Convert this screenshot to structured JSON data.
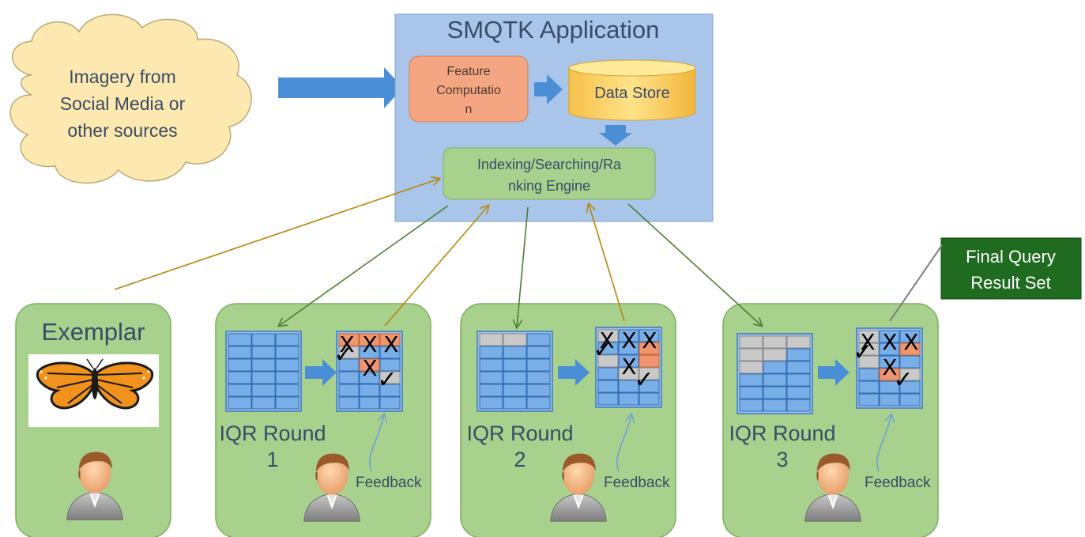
{
  "cloud": {
    "lines": [
      "Imagery from",
      "Social Media or",
      "other sources"
    ]
  },
  "app": {
    "title": "SMQTK Application",
    "feature_lines": [
      "Feature",
      "Computatio",
      "n"
    ],
    "datastore": "Data Store",
    "engine_lines": [
      "Indexing/Searching/Ra",
      "nking Engine"
    ]
  },
  "exemplar": {
    "title": "Exemplar"
  },
  "rounds": [
    {
      "title_lines": [
        "IQR Round",
        "1"
      ],
      "feedback": "Feedback"
    },
    {
      "title_lines": [
        "IQR Round",
        "2"
      ],
      "feedback": "Feedback"
    },
    {
      "title_lines": [
        "IQR Round",
        "3"
      ],
      "feedback": "Feedback"
    }
  ],
  "final": {
    "lines": [
      "Final Query",
      "Result Set"
    ]
  },
  "colors": {
    "app_fill": "#a9c6ea",
    "panel_fill": "#a9d18e",
    "engine_fill": "#a9d18e",
    "feature_fill": "#f4a582",
    "datastore_fill": "#ffd966",
    "final_fill": "#1f6b1f",
    "arrow_blue": "#4a8fd6",
    "arrow_gold": "#b8860b",
    "arrow_green": "#4d7f2e"
  },
  "icons": [
    "cloud-icon",
    "butterfly-icon",
    "user-avatar-icon",
    "database-cylinder-icon",
    "check-mark-icon",
    "x-mark-icon"
  ]
}
